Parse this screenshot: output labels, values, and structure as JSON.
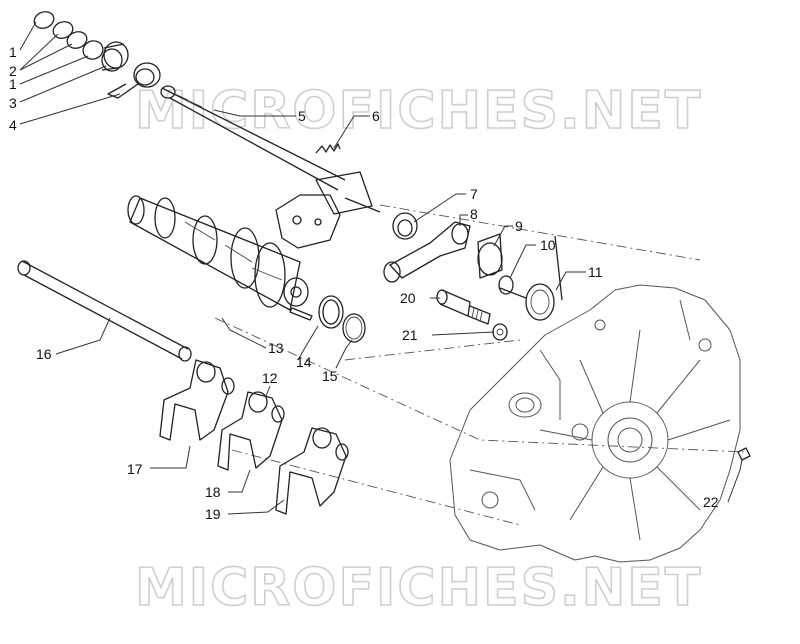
{
  "watermarks": [
    "MICROFICHES.NET",
    "MICROFICHES.NET"
  ],
  "callouts": [
    {
      "id": "c1a",
      "label": "1"
    },
    {
      "id": "c2",
      "label": "2"
    },
    {
      "id": "c1b",
      "label": "1"
    },
    {
      "id": "c3",
      "label": "3"
    },
    {
      "id": "c4",
      "label": "4"
    },
    {
      "id": "c5",
      "label": "5"
    },
    {
      "id": "c6",
      "label": "6"
    },
    {
      "id": "c7",
      "label": "7"
    },
    {
      "id": "c8",
      "label": "8"
    },
    {
      "id": "c9",
      "label": "9"
    },
    {
      "id": "c10",
      "label": "10"
    },
    {
      "id": "c11",
      "label": "11"
    },
    {
      "id": "c12",
      "label": "12"
    },
    {
      "id": "c13",
      "label": "13"
    },
    {
      "id": "c14",
      "label": "14"
    },
    {
      "id": "c15",
      "label": "15"
    },
    {
      "id": "c16",
      "label": "16"
    },
    {
      "id": "c17",
      "label": "17"
    },
    {
      "id": "c18",
      "label": "18"
    },
    {
      "id": "c19",
      "label": "19"
    },
    {
      "id": "c20",
      "label": "20"
    },
    {
      "id": "c21",
      "label": "21"
    },
    {
      "id": "c22",
      "label": "22"
    }
  ]
}
